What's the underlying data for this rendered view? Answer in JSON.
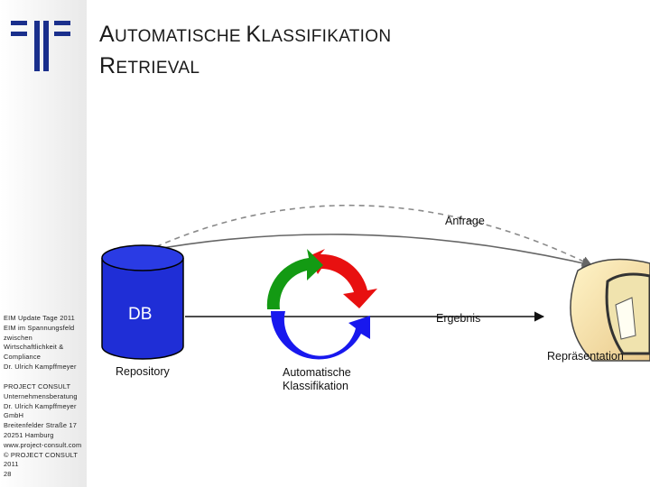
{
  "title": {
    "line1_cap1": "A",
    "line1_rest1": "UTOMATISCHE ",
    "line1_cap2": "K",
    "line1_rest2": "LASSIFIKATION",
    "line2_cap": "R",
    "line2_rest": "ETRIEVAL"
  },
  "sidebar": {
    "block1": [
      "EIM Update Tage 2011",
      "EIM im Spannungsfeld",
      "zwischen",
      "Wirtschaftlichkeit &",
      "Compliance",
      "Dr. Ulrich Kampffmeyer"
    ],
    "block2": [
      "PROJECT CONSULT",
      "Unternehmensberatung",
      "Dr. Ulrich Kampffmeyer",
      "GmbH",
      "Breitenfelder Straße 17",
      "20251 Hamburg",
      "www.project-consult.com",
      "© PROJECT CONSULT",
      "2011"
    ],
    "page_number": "28"
  },
  "diagram": {
    "db_label": "DB",
    "repository_label": "Repository",
    "classification_label_1": "Automatische",
    "classification_label_2": "Klassifikation",
    "query_label": "Anfrage",
    "result_label": "Ergebnis",
    "representation_label": "Repräsentation"
  },
  "colors": {
    "db_fill": "#1f2ed6",
    "arrow_red": "#e81010",
    "arrow_green": "#139a13",
    "arrow_blue": "#1818ee",
    "logo_blue": "#1a2f8c"
  }
}
